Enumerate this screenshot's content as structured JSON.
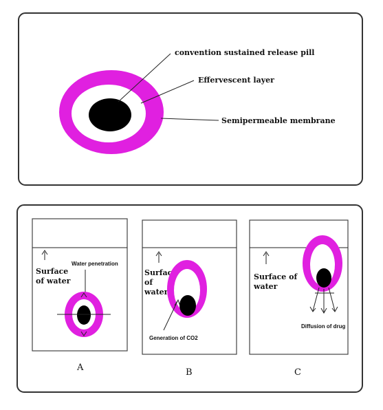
{
  "top_panel": {
    "labels": {
      "pill": "convention sustained release pill",
      "effervescent": "Effervescent layer",
      "membrane": "Semipermeable membrane"
    }
  },
  "bottom_panel": {
    "stages": [
      {
        "letter": "A",
        "surface_line1": "Surface",
        "surface_line2": "of water",
        "annotation": "Water penetration"
      },
      {
        "letter": "B",
        "surface_line1": "Surface",
        "surface_line2": "of",
        "surface_line3": "water",
        "annotation": "Generation of CO2"
      },
      {
        "letter": "C",
        "surface_line1": "Surface of",
        "surface_line2": "water",
        "annotation": "Diffusion of drug"
      }
    ]
  },
  "colors": {
    "membrane": "#e020e0",
    "core": "#000000",
    "layer": "#ffffff"
  }
}
